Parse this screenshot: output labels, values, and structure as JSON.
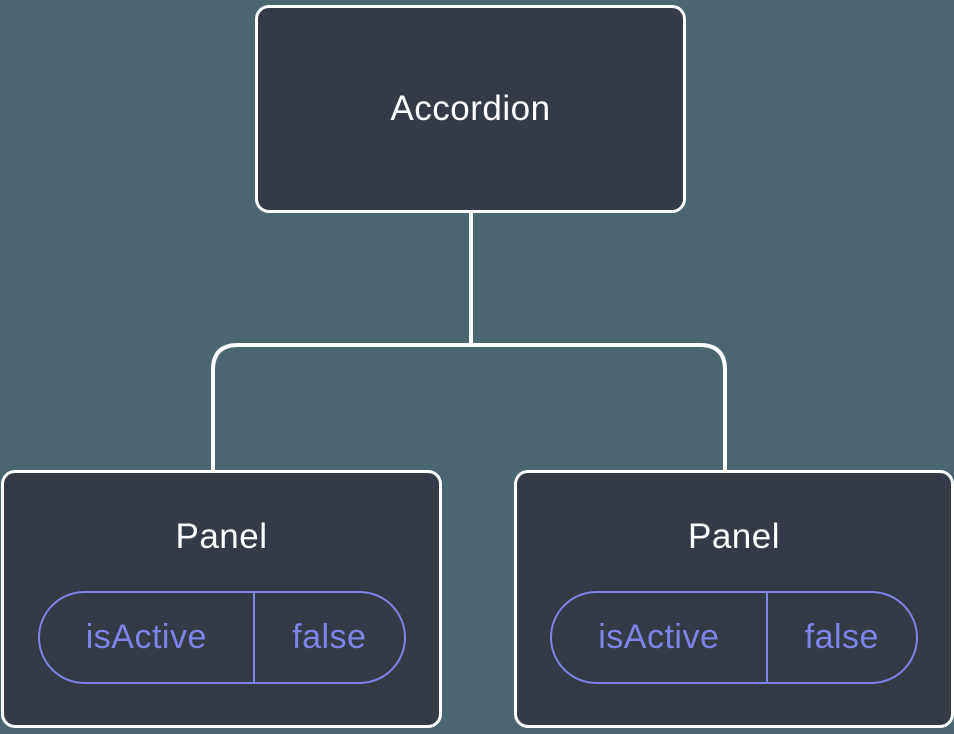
{
  "tree": {
    "root": {
      "label": "Accordion"
    },
    "children": [
      {
        "label": "Panel",
        "state": {
          "key": "isActive",
          "value": "false"
        }
      },
      {
        "label": "Panel",
        "state": {
          "key": "isActive",
          "value": "false"
        }
      }
    ]
  },
  "colors": {
    "background": "#4C6670",
    "node_fill": "#343A46",
    "node_border": "#FFFFFF",
    "node_text": "#FFFFFF",
    "state_accent": "#7E83E8",
    "connector": "#FFFFFF"
  }
}
